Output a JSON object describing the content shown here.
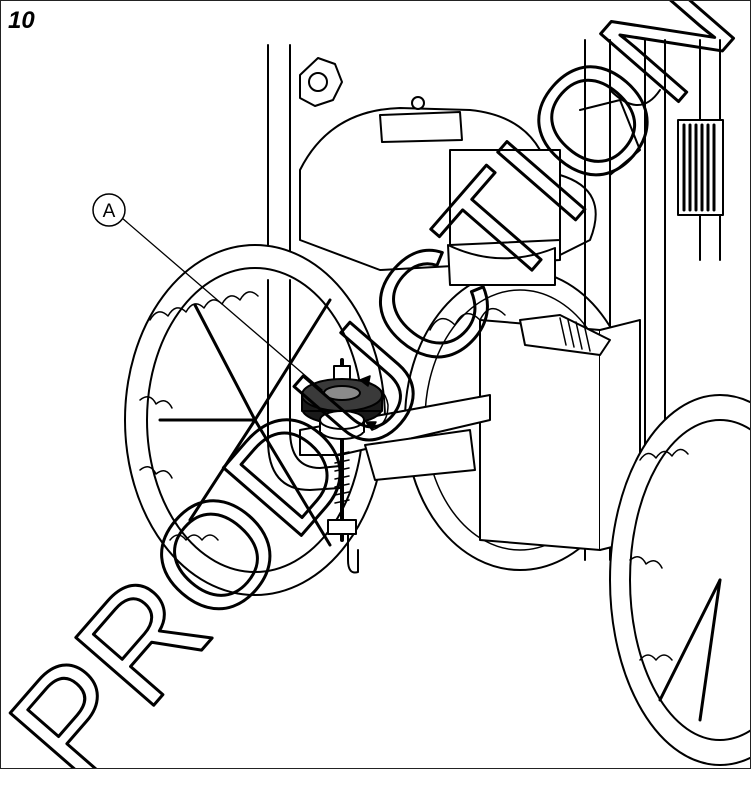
{
  "figure": {
    "number": "10",
    "callouts": [
      {
        "letter": "A",
        "target": "adjustment-knob"
      }
    ],
    "watermark": "PRODUCTION"
  },
  "colors": {
    "line": "#000000",
    "fill_light": "#ffffff",
    "fill_dark": "#1a1a1a",
    "fill_mid": "#8a8a8a"
  }
}
